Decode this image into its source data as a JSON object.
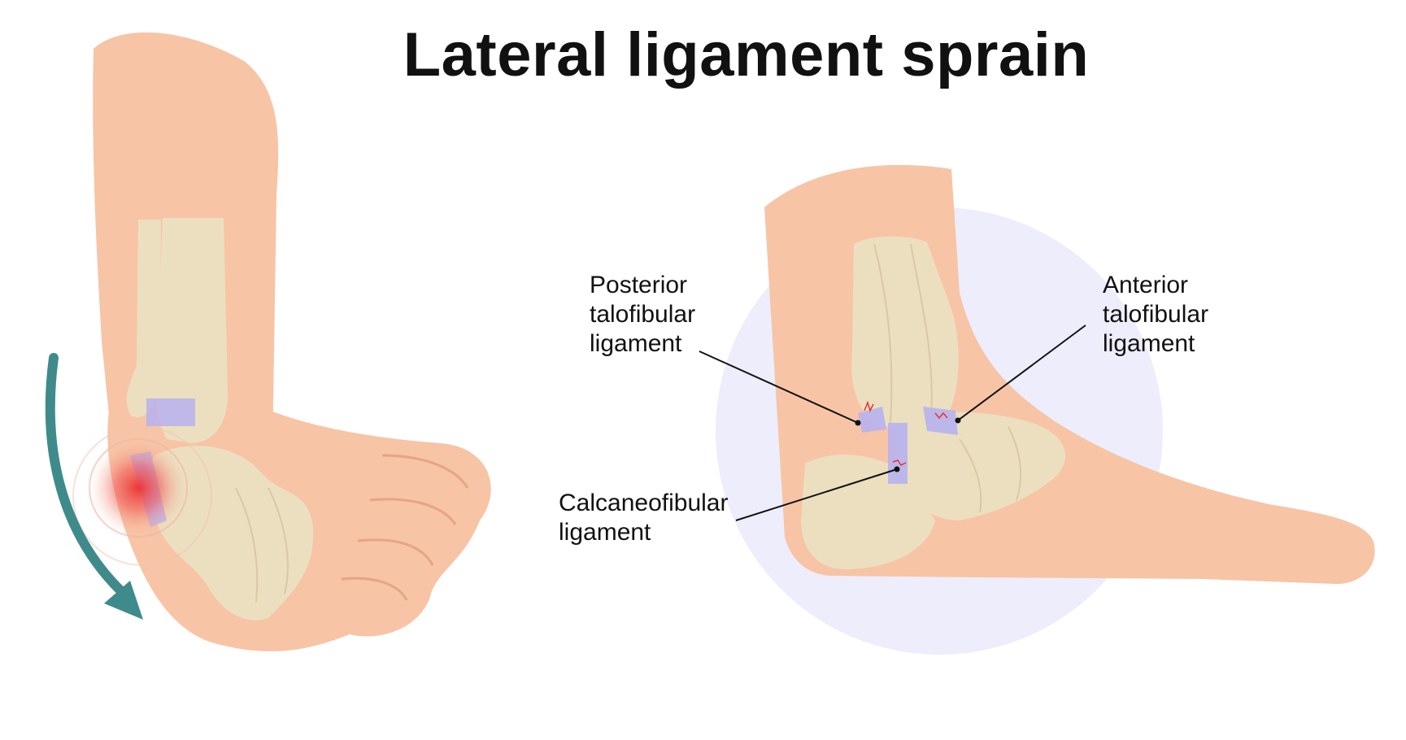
{
  "title": "Lateral ligament sprain",
  "colors": {
    "skin": "#f7c4a5",
    "skin_dark": "#f0b48f",
    "bone": "#ecdfc0",
    "bone_edge": "#d9c9a3",
    "ligament": "#b7b2ee",
    "halo": "#ededfb",
    "injury": "#ec2f2f",
    "arrow": "#3f8b8c",
    "text": "#111111"
  },
  "icons": [
    "rotation-arrow-icon",
    "injury-glow-icon"
  ],
  "labels": {
    "posterior": [
      "Posterior",
      "talofibular",
      "ligament"
    ],
    "anterior": [
      "Anterior",
      "talofibular",
      "ligament"
    ],
    "calcaneo": [
      "Calcaneofibular",
      "ligament"
    ]
  }
}
